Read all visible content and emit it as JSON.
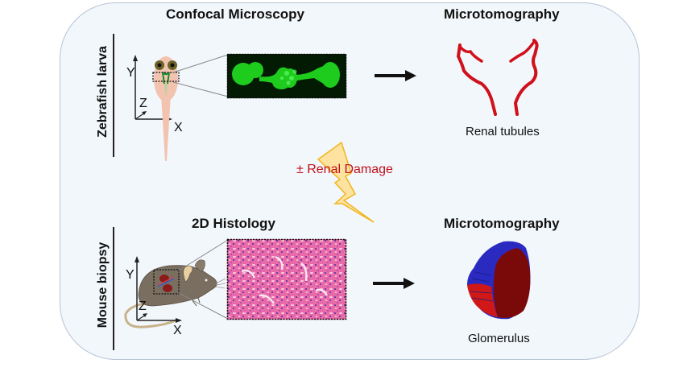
{
  "top_row": {
    "left_title": "Confocal Microscopy",
    "right_title": "Microtomography",
    "side_label": "Zebrafish larva",
    "result_caption": "Renal tubules",
    "axes": {
      "y": "Y",
      "z": "Z",
      "x": "X"
    }
  },
  "bottom_row": {
    "left_title": "2D Histology",
    "right_title": "Microtomography",
    "side_label": "Mouse biopsy",
    "result_caption": "Glomerulus",
    "axes": {
      "y": "Y",
      "z": "Z",
      "x": "X"
    }
  },
  "center_label": "± Renal Damage",
  "colors": {
    "background_panel": "#f2f7fb",
    "panel_border": "#b8c3d6",
    "damage_text": "#c0101a",
    "lightning_fill": "#fde2a0",
    "lightning_stroke": "#f2b51f",
    "fluorescence": "#22e022",
    "tubule_red": "#d0101a",
    "glomerulus_red": "#7a0a0a",
    "glomerulus_blue": "#2a2ac0",
    "histology_pink": "#e86aa8"
  }
}
